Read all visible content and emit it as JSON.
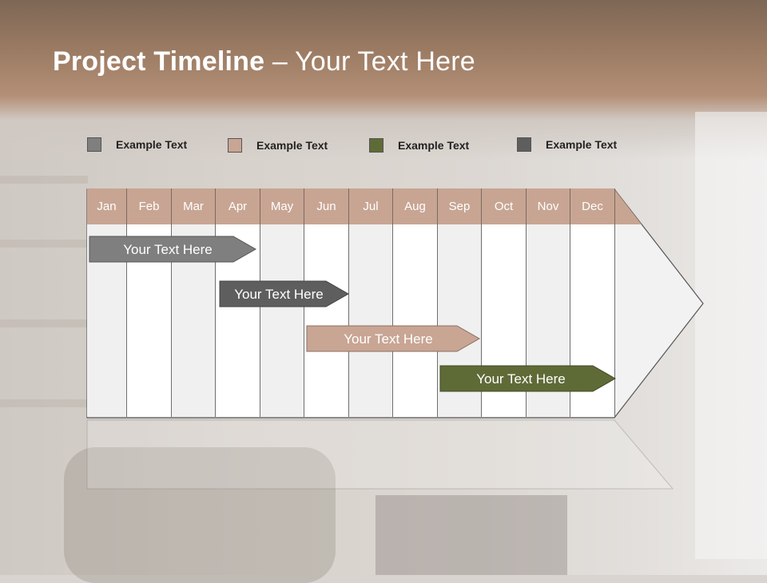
{
  "title": {
    "bold": "Project Timeline",
    "rest": " – Your Text Here"
  },
  "legend": [
    {
      "label": "Example Text",
      "color": "#7f7f7f"
    },
    {
      "label": "Example Text",
      "color": "#c9a594"
    },
    {
      "label": "Example Text",
      "color": "#5f6b37"
    },
    {
      "label": "Example Text",
      "color": "#5e5e5e"
    }
  ],
  "months": [
    "Jan",
    "Feb",
    "Mar",
    "Apr",
    "May",
    "Jun",
    "Jul",
    "Aug",
    "Sep",
    "Oct",
    "Nov",
    "Dec"
  ],
  "tasks": [
    {
      "label": "Your  Text Here",
      "color": "#7f7f7f"
    },
    {
      "label": "Your  Text Here",
      "color": "#5e5e5e"
    },
    {
      "label": "Your  Text Here",
      "color": "#c9a594"
    },
    {
      "label": "Your  Text Here",
      "color": "#5f6b37"
    }
  ]
}
